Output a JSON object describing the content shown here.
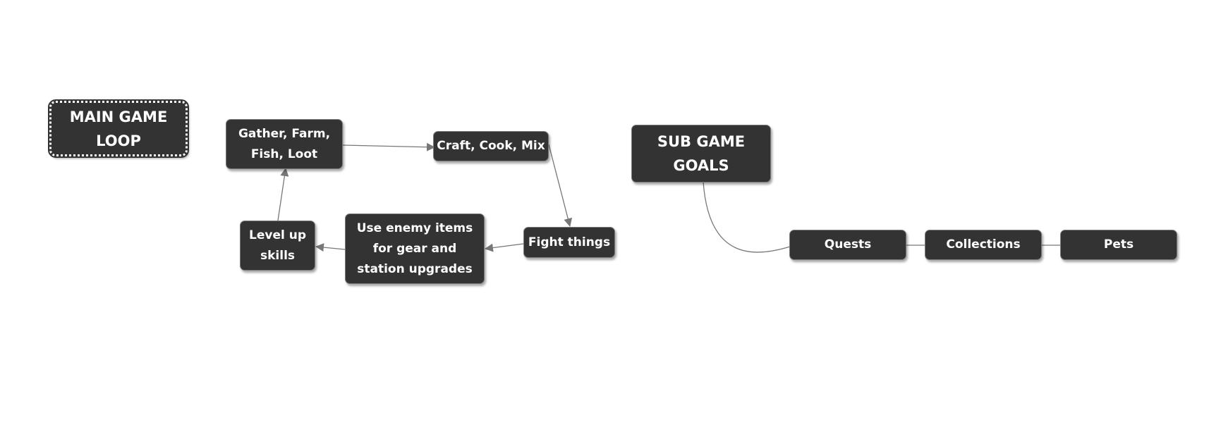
{
  "diagram": {
    "nodes": {
      "main_loop": "MAIN GAME\nLOOP",
      "gather": "Gather, Farm,\nFish, Loot",
      "craft": "Craft, Cook, Mix",
      "fight": "Fight things",
      "use_items": "Use enemy items\nfor gear and\nstation upgrades",
      "level_up": "Level up\nskills",
      "sub_goals": "SUB GAME\nGOALS",
      "quests": "Quests",
      "collections": "Collections",
      "pets": "Pets"
    },
    "colors": {
      "node_fill": "#333333",
      "node_text": "#ffffff",
      "edge": "#777777",
      "background": "#ffffff"
    }
  }
}
